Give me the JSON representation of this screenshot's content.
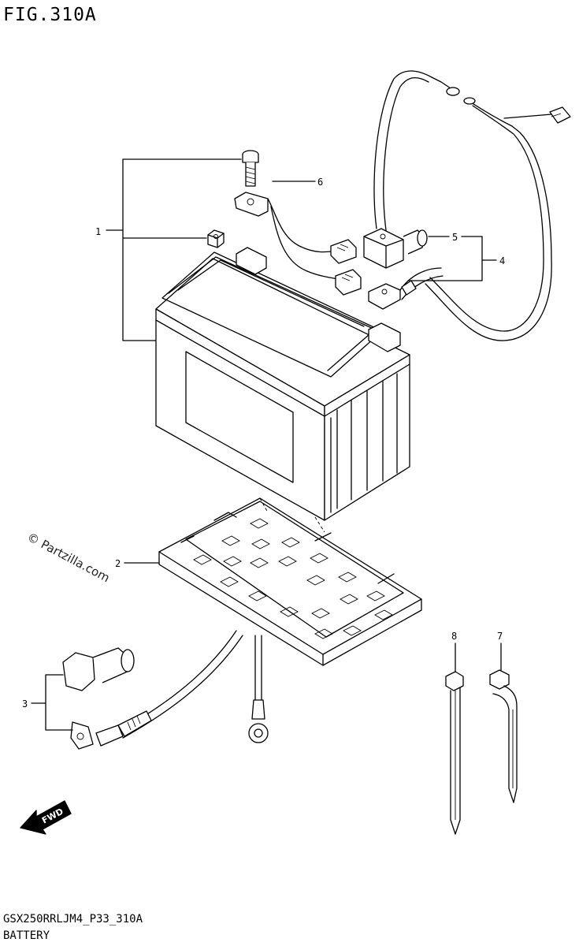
{
  "figure_title": "FIG.310A",
  "footer": {
    "code": "GSX250RRLJM4_P33_310A",
    "name": "BATTERY"
  },
  "watermark": "© Partzilla.com",
  "fwd_label": "FWD",
  "callouts": [
    "1",
    "2",
    "3",
    "4",
    "5",
    "6",
    "7",
    "8"
  ]
}
